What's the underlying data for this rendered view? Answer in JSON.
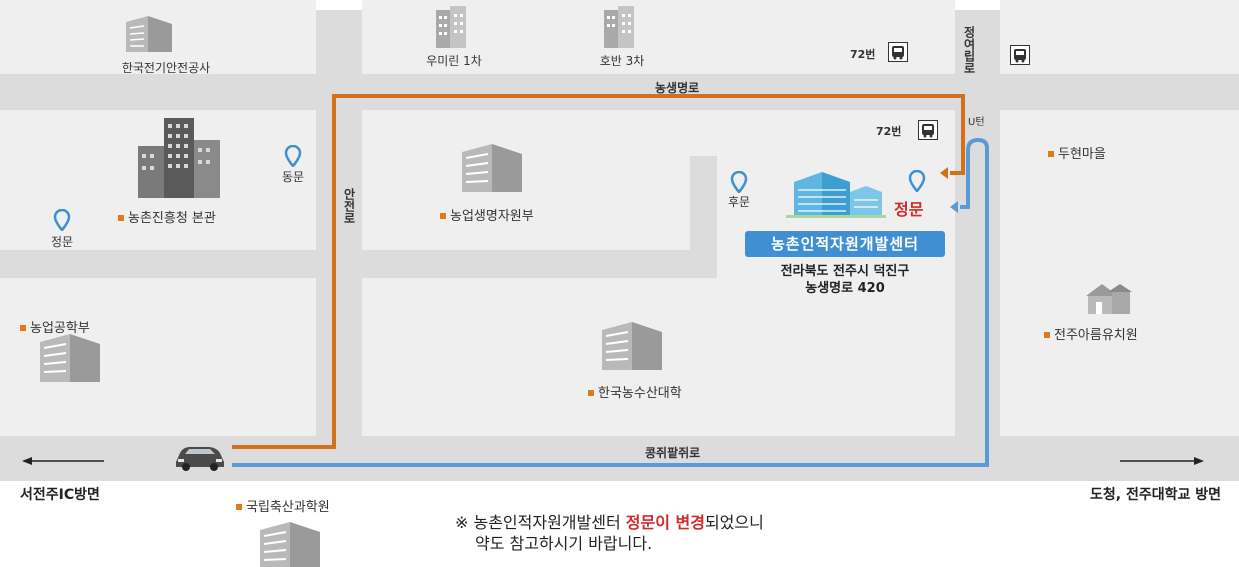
{
  "labels": {
    "kesco": "한국전기안전공사",
    "umirin": "우미린 1차",
    "hoban": "호반 3차",
    "rda_main": "농촌진흥청 본관",
    "bio_resources": "농업생명자원부",
    "agri_engineering": "농업공학부",
    "ag_college": "한국농수산대학",
    "animal_science": "국립축산과학원",
    "duhyeon": "두현마을",
    "kindergarten": "전주아름유치원"
  },
  "gates": {
    "east": "동문",
    "west_main": "정문",
    "rear": "후문",
    "center_main": "정문"
  },
  "roads": {
    "nongsaeng": "농생명로",
    "kongjwi": "콩쥐팥쥐로",
    "anjeon": "안전로",
    "jeongyeo": "정여립로",
    "uturn": "U턴"
  },
  "bus": {
    "top_label": "72번",
    "center_label": "72번"
  },
  "center": {
    "name": "농촌인적자원개발센터",
    "address_line1": "전라북도 전주시 덕진구",
    "address_line2": "농생명로 420"
  },
  "directions": {
    "left": "서전주IC방면",
    "right": "도청, 전주대학교 방면"
  },
  "notice": {
    "prefix": "※ 농촌인적자원개발센터 ",
    "highlight": "정문이 변경",
    "suffix": "되었으니",
    "line2": "약도 참고하시기 바랍니다."
  },
  "colors": {
    "road": "#dcdcdc",
    "block": "#efefef",
    "route_orange": "#d3701e",
    "route_blue": "#5b9bd5",
    "gate_marker": "#3f8fd2",
    "highlight_red": "#d02a2a"
  },
  "icons": {
    "building": "building-icon",
    "pin": "location-pin-icon",
    "bus": "bus-icon",
    "car": "car-icon"
  }
}
